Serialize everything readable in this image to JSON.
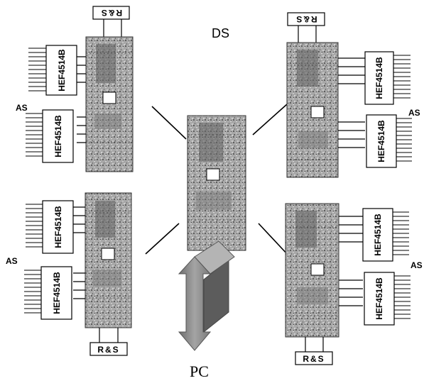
{
  "labels": {
    "ds": "DS",
    "pc": "PC",
    "as": "AS",
    "rs": "R&S",
    "chip": "HEF4514B"
  },
  "colors": {
    "board": "#9a9a9a",
    "board_dark": "#555555",
    "arrow": "#8c8c8c",
    "ink": "#000000"
  }
}
